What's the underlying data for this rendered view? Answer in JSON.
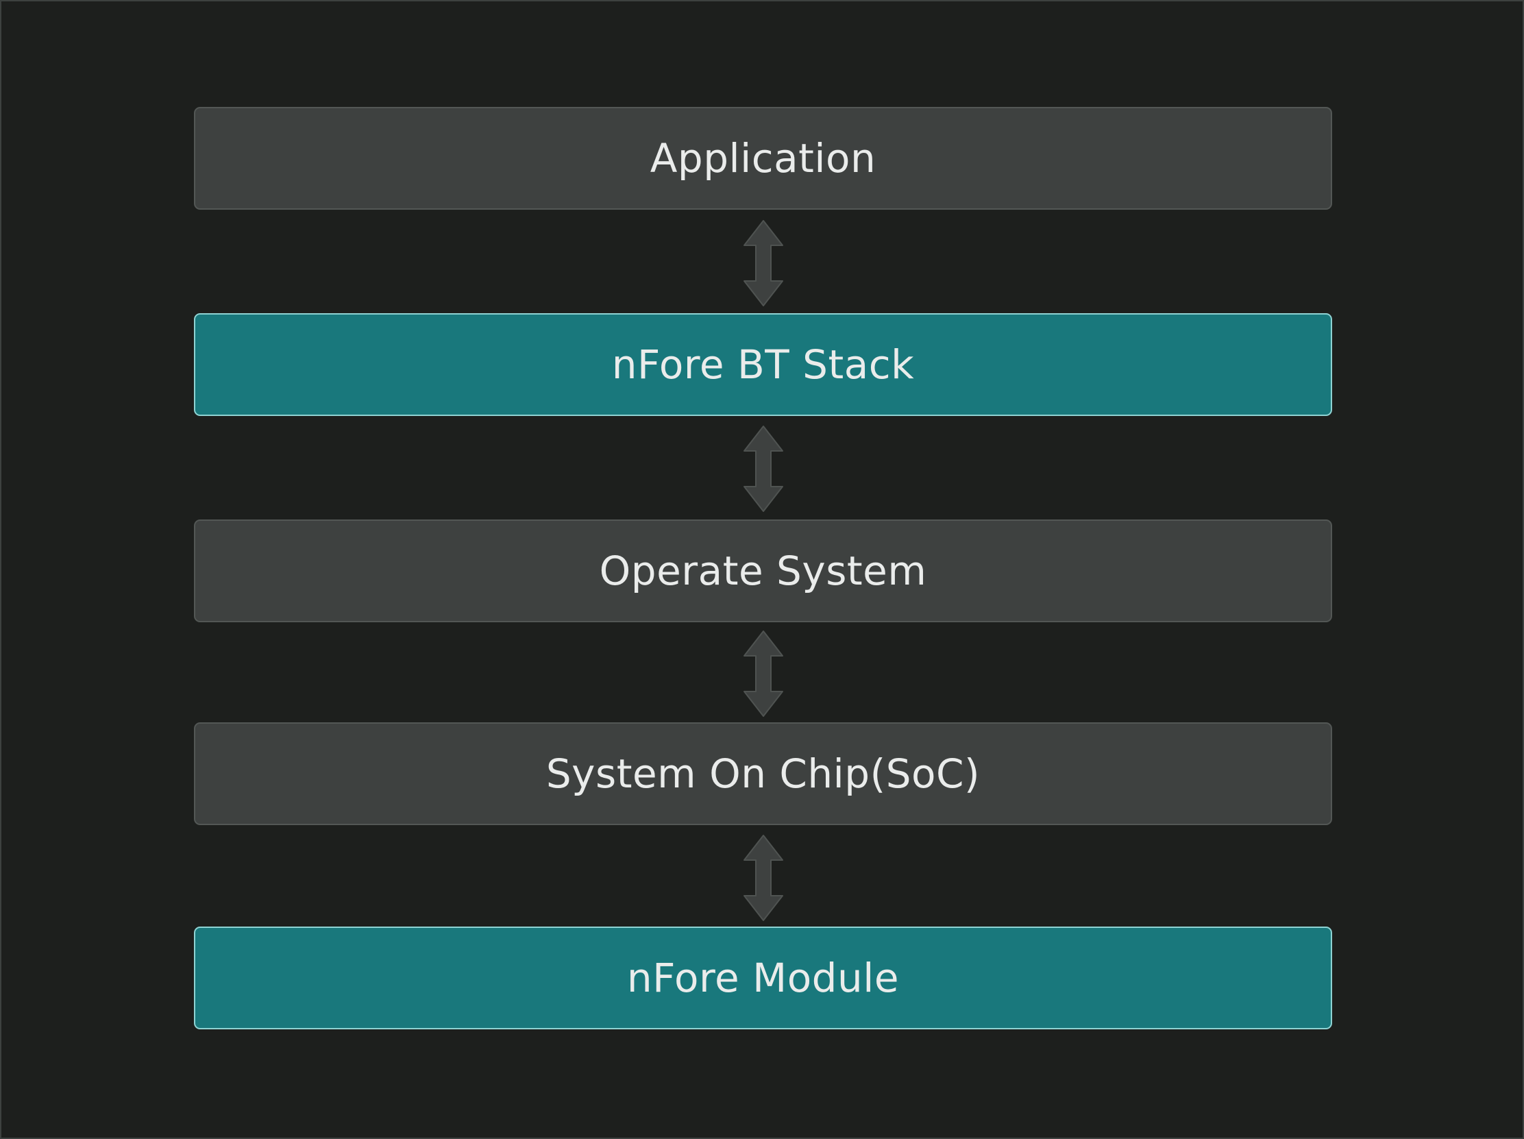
{
  "diagram": {
    "layers": [
      {
        "label": "Application",
        "style": "neutral"
      },
      {
        "label": "nFore BT Stack",
        "style": "accent"
      },
      {
        "label": "Operate System",
        "style": "neutral"
      },
      {
        "label": "System On Chip(SoC)",
        "style": "neutral"
      },
      {
        "label": "nFore Module",
        "style": "accent"
      }
    ],
    "connector": "bidirectional-arrow",
    "colors": {
      "background": "#1d1f1d",
      "neutral_box": "#3e4140",
      "accent_box": "#19787c",
      "accent_border": "#8fd3d3",
      "arrow": "#3e4140",
      "text": "#eaeceb"
    }
  }
}
